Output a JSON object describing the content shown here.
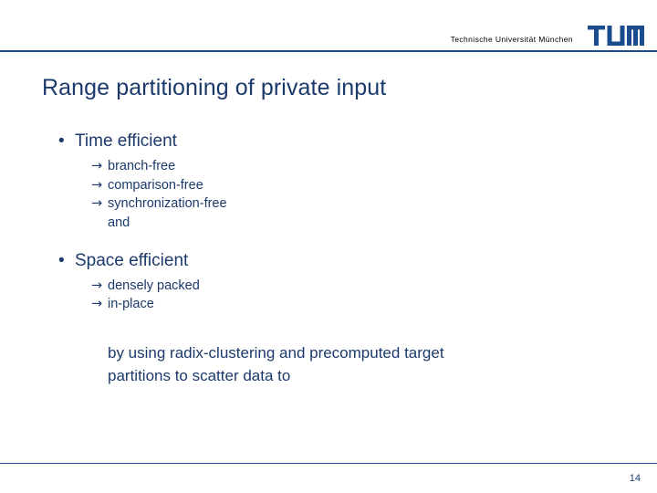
{
  "header": {
    "university": "Technische Universität München",
    "logo_alt": "tum-logo"
  },
  "slide": {
    "title": "Range partitioning of private input",
    "bullets": [
      {
        "marker": "•",
        "label": "Time efficient",
        "sub_items": [
          {
            "arrow": "→",
            "label": "branch-free"
          },
          {
            "arrow": "→",
            "label": "comparison-free"
          },
          {
            "arrow": "→",
            "label": "synchronization-free"
          },
          {
            "arrow": "",
            "label": "and"
          }
        ]
      },
      {
        "marker": "•",
        "label": "Space efficient",
        "sub_items": [
          {
            "arrow": "→",
            "label": "densely packed"
          },
          {
            "arrow": "→",
            "label": "in-place"
          }
        ]
      }
    ],
    "paragraph_line1": "by using radix-clustering and precomputed target",
    "paragraph_line2": "partitions to scatter data to"
  },
  "footer": {
    "page_number": "14"
  },
  "colors": {
    "brand_blue": "#1b3a6b",
    "rule_blue": "#1a4b8c"
  }
}
